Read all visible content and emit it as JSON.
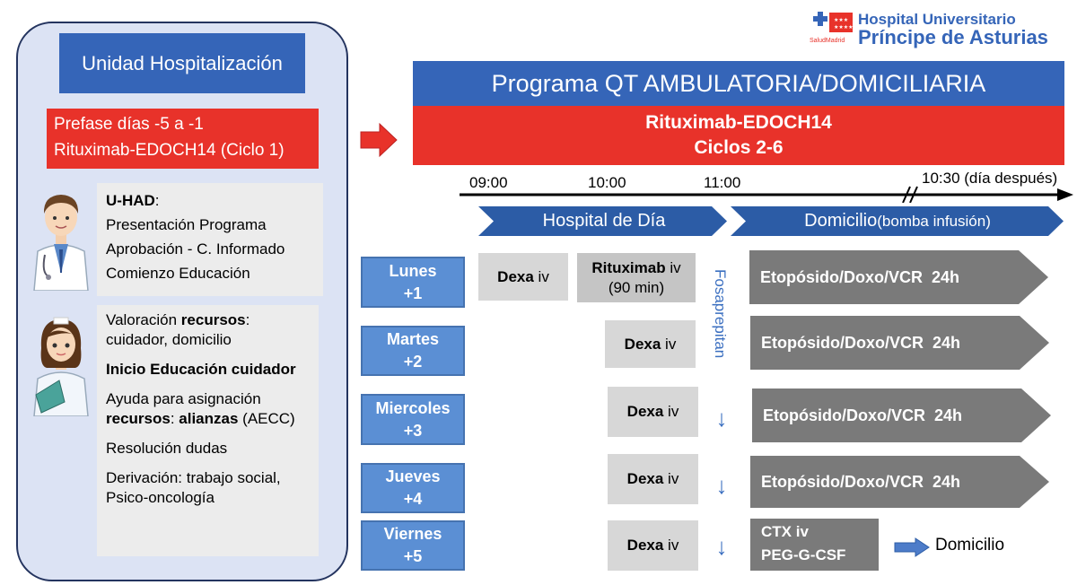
{
  "logo": {
    "line1": "Hospital Universitario",
    "line2": "Príncipe de Asturias",
    "badge": "SaludMadrid"
  },
  "left": {
    "unit_title": "Unidad Hospitalización",
    "prefase_line1": "Prefase días -5 a -1",
    "prefase_line2": "Rituximab-EDOCH14 (Ciclo 1)",
    "uhad": {
      "title": "U-HAD",
      "title_suffix": ":",
      "items": [
        "Presentación Programa",
        "Aprobación - C. Informado",
        "Comienzo Educación"
      ]
    },
    "nurse": {
      "p1_a": "Valoración ",
      "p1_b": "recursos",
      "p1_c": ":",
      "p1_d": "cuidador, domicilio",
      "p2": "Inicio Educación cuidador",
      "p3_a": "Ayuda para asignación ",
      "p3_b": "recursos",
      "p3_c": ": ",
      "p3_d": "alianzas",
      "p3_e": " (AECC)",
      "p4": "Resolución dudas",
      "p5": "Derivación: trabajo social, Psico-oncología"
    }
  },
  "right": {
    "program_title": "Programa QT AMBULATORIA/DOMICILIARIA",
    "regimen_line1": "Rituximab-EDOCH14",
    "regimen_line2": "Ciclos 2-6",
    "times": [
      "09:00",
      "10:00",
      "11:00",
      "10:30 (día después)"
    ],
    "phase_hospital": "Hospital de Día",
    "phase_home_a": "Domicilio",
    "phase_home_b": " (bomba infusión)",
    "fosaprepitan": "Fosaprepitan",
    "days": [
      {
        "name": "Lunes",
        "num": "+1"
      },
      {
        "name": "Martes",
        "num": "+2"
      },
      {
        "name": "Miercoles",
        "num": "+3"
      },
      {
        "name": "Jueves",
        "num": "+4"
      },
      {
        "name": "Viernes",
        "num": "+5"
      }
    ],
    "dexa_bold": "Dexa",
    "dexa_rest": " iv",
    "ritux_bold": "Rituximab",
    "ritux_rest": " iv",
    "ritux_line2": "(90 min)",
    "etoposido": "Etopósido/Doxo/VCR  24h",
    "ctx_line1": "CTX iv",
    "ctx_line2": "PEG-G-CSF",
    "domicilio": "Domicilio",
    "down_arrow": "↓"
  },
  "colors": {
    "blue": "#3565b8",
    "red": "#e8322a",
    "day_blue": "#5b8fd4",
    "dark_gray": "#7a7a7a",
    "panel": "#dce3f4"
  }
}
